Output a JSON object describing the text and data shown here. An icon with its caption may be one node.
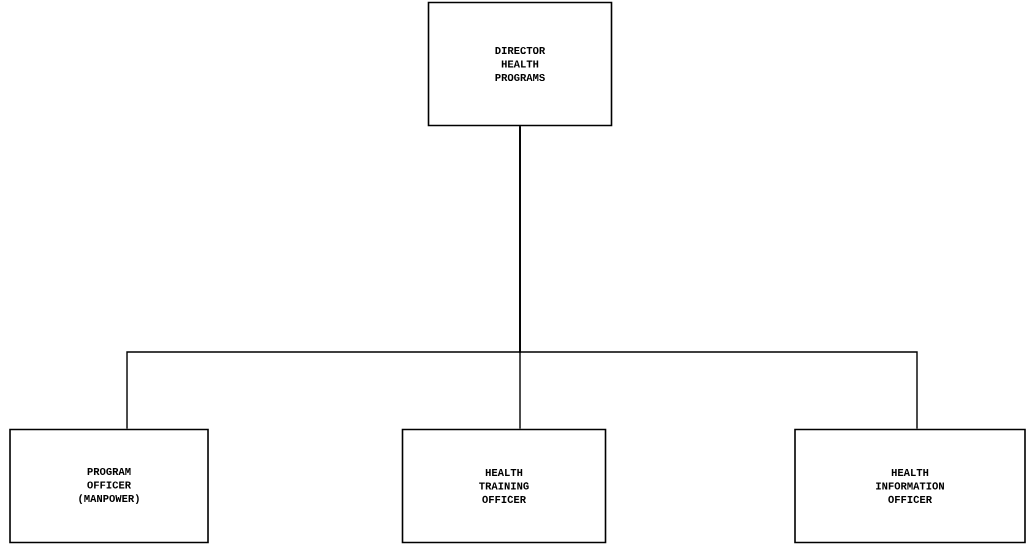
{
  "diagram": {
    "nodes": [
      {
        "text": [
          "DIRECTOR HEALTH PROGRAMS"
        ]
      },
      {
        "text": [
          "PROGRAM OFFICER (MANPOWER)"
        ]
      },
      {
        "text": [
          "HEALTH TRAINING OFFICER"
        ]
      },
      {
        "text": [
          "HEALTH INFORMATION OFFICER"
        ]
      }
    ],
    "edges": [
      {
        "from": 0,
        "to": 1,
        "arrow": "none"
      },
      {
        "from": 0,
        "to": 2,
        "arrow": "none"
      },
      {
        "from": 0,
        "to": 3,
        "arrow": "none"
      }
    ]
  }
}
